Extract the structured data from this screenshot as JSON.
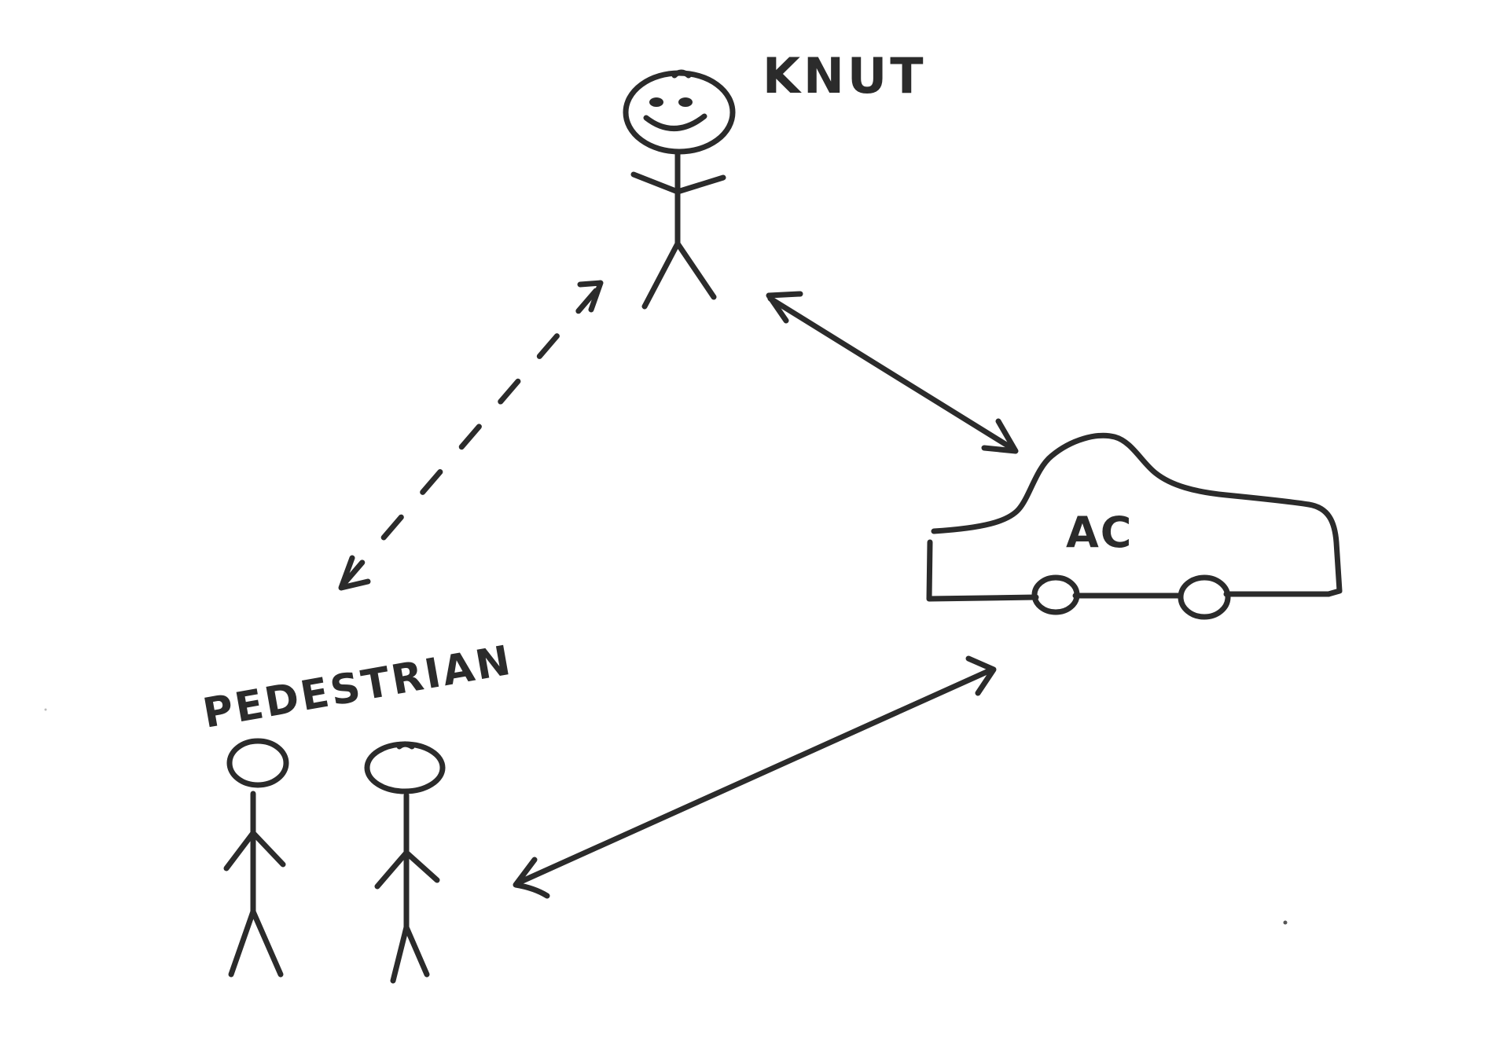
{
  "labels": {
    "knut": "KNUT",
    "pedestrian": "PEDESTRIAN",
    "vehicle": "AC"
  },
  "colors": {
    "ink": "#2b2b2b",
    "background": "#ffffff"
  },
  "connections": [
    {
      "from": "knut",
      "to": "pedestrian",
      "style": "dashed",
      "direction": "bidirectional"
    },
    {
      "from": "knut",
      "to": "vehicle",
      "style": "solid",
      "direction": "bidirectional"
    },
    {
      "from": "vehicle",
      "to": "pedestrian",
      "style": "solid",
      "direction": "bidirectional"
    }
  ]
}
